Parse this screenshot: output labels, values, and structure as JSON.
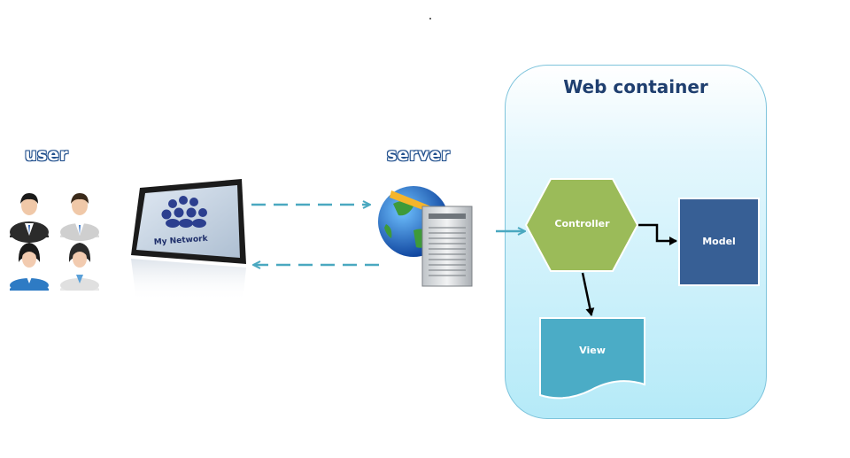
{
  "labels": {
    "user": "user",
    "server": "server",
    "tablet_text": "My Network",
    "container_title": "Web container"
  },
  "nodes": {
    "controller": "Controller",
    "model": "Model",
    "view": "View"
  },
  "colors": {
    "controller": "#9bbb59",
    "model": "#375f95",
    "view": "#4bacc6",
    "arrow_dashed": "#4aa8c0",
    "container_border": "#7ec4dc",
    "label_outline": "#1f4e8c"
  },
  "icons": {
    "users": "users-group-icon",
    "tablet": "tablet-network-icon",
    "server": "globe-server-icon"
  }
}
